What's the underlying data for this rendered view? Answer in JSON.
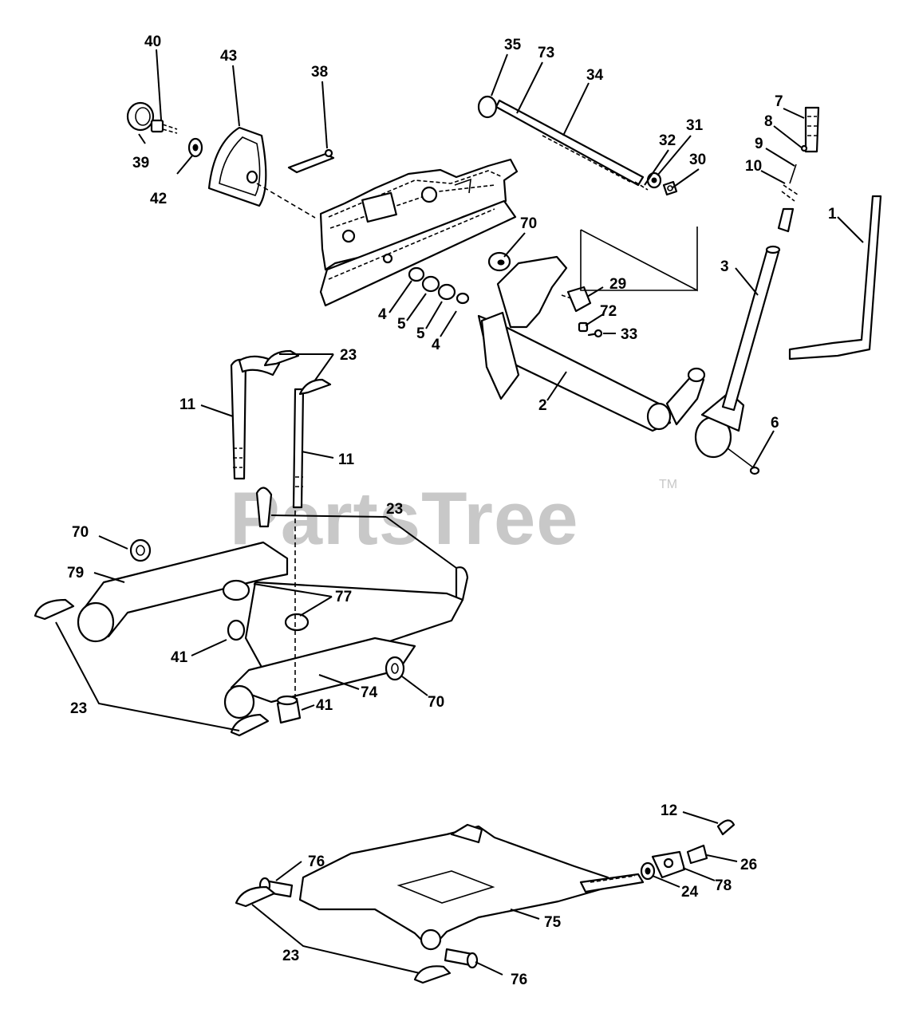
{
  "watermark": {
    "text": "PartsTree",
    "mark": "TM"
  },
  "callouts": {
    "c1": "1",
    "c2": "2",
    "c3": "3",
    "c4a": "4",
    "c4b": "4",
    "c5a": "5",
    "c5b": "5",
    "c6": "6",
    "c7": "7",
    "c8": "8",
    "c9": "9",
    "c10": "10",
    "c11a": "11",
    "c11b": "11",
    "c12": "12",
    "c23a": "23",
    "c23b": "23",
    "c23c": "23",
    "c23d": "23",
    "c24": "24",
    "c26": "26",
    "c29": "29",
    "c30": "30",
    "c31": "31",
    "c32": "32",
    "c33": "33",
    "c34": "34",
    "c35": "35",
    "c38": "38",
    "c39": "39",
    "c40": "40",
    "c41a": "41",
    "c41b": "41",
    "c42": "42",
    "c43": "43",
    "c70a": "70",
    "c70b": "70",
    "c70c": "70",
    "c72": "72",
    "c73": "73",
    "c74": "74",
    "c75": "75",
    "c76a": "76",
    "c76b": "76",
    "c77": "77",
    "c78": "78",
    "c79": "79"
  }
}
